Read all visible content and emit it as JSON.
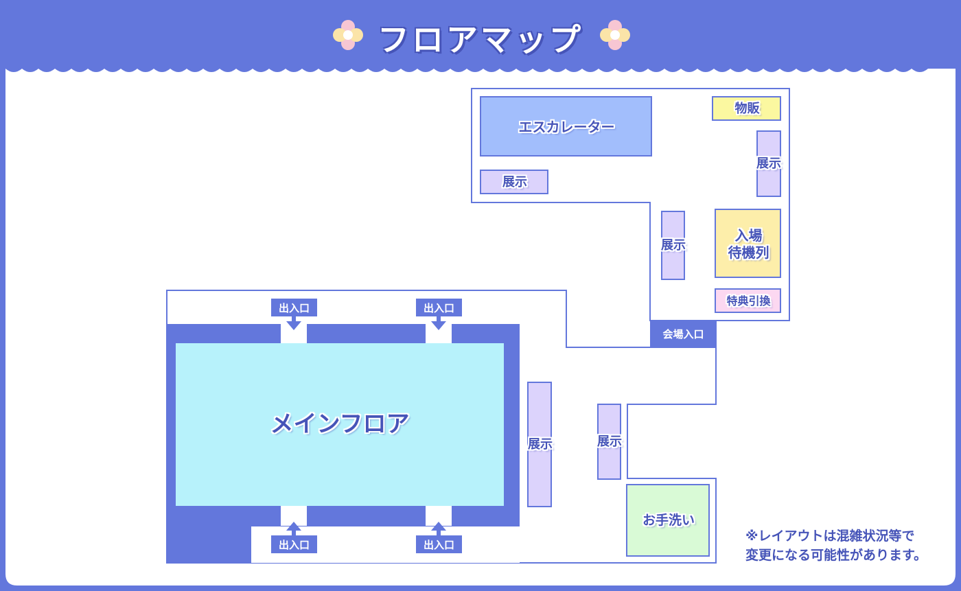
{
  "header": {
    "title": "フロアマップ",
    "icon_left": "flower-icon",
    "icon_right": "flower-icon"
  },
  "colors": {
    "frame": "#6377dc",
    "wall": "#5b6fd6",
    "main_floor": "#b7f2fb",
    "escalator": "#a2befc",
    "exhibit": "#dcd3fc",
    "merch": "#fbf8a0",
    "waiting_line": "#fdeeaa",
    "bonus_exchange": "#fcd8f1",
    "restroom": "#d9fad6"
  },
  "map": {
    "escalator": "エスカレーター",
    "merch": "物販",
    "waiting_line": "入場\n待機列",
    "bonus_exchange": "特典引換",
    "venue_entrance": "会場入口",
    "main_floor": "メインフロア",
    "restroom": "お手洗い",
    "exhibits": [
      "展示",
      "展示",
      "展示",
      "展示",
      "展示"
    ],
    "doors": [
      "出入口",
      "出入口",
      "出入口",
      "出入口"
    ]
  },
  "note": "※レイアウトは混雑状況等で\n変更になる可能性があります。"
}
